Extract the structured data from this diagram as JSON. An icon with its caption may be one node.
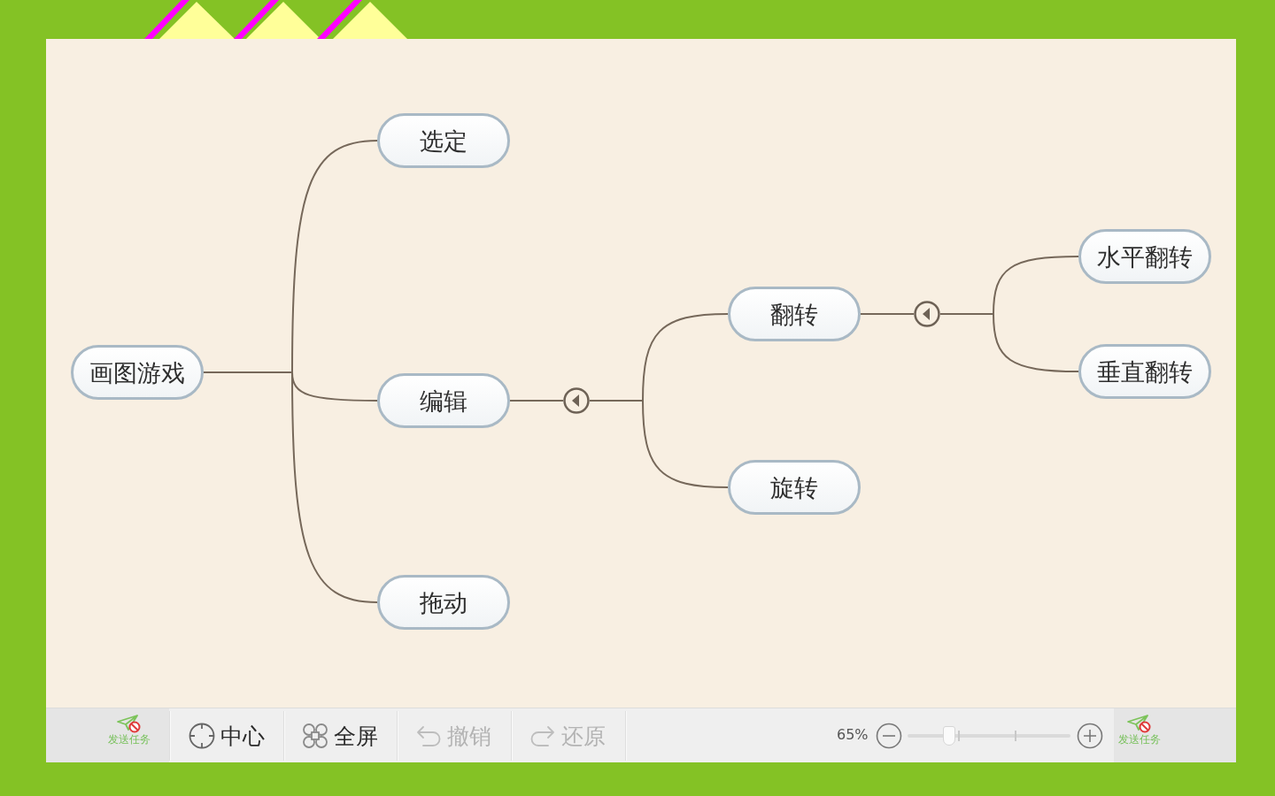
{
  "diagram": {
    "nodes": [
      {
        "text": [
          "画图游戏"
        ]
      },
      {
        "text": [
          "选定"
        ]
      },
      {
        "text": [
          "编辑"
        ]
      },
      {
        "text": [
          "拖动"
        ]
      },
      {
        "text": [
          "翻转"
        ]
      },
      {
        "text": [
          "旋转"
        ]
      },
      {
        "text": [
          "水平翻转"
        ]
      },
      {
        "text": [
          "垂直翻转"
        ]
      },
      {
        "text": [],
        "shape": "circle"
      },
      {
        "text": [],
        "shape": "circle"
      }
    ],
    "edges": [
      {
        "from": 0,
        "to": 1,
        "arrow": "none"
      },
      {
        "from": 0,
        "to": 2,
        "arrow": "none"
      },
      {
        "from": 0,
        "to": 3,
        "arrow": "none"
      },
      {
        "from": 2,
        "to": 8,
        "arrow": "none"
      },
      {
        "from": 8,
        "to": 4,
        "arrow": "none"
      },
      {
        "from": 8,
        "to": 5,
        "arrow": "none"
      },
      {
        "from": 4,
        "to": 9,
        "arrow": "none"
      },
      {
        "from": 9,
        "to": 6,
        "arrow": "none"
      },
      {
        "from": 9,
        "to": 7,
        "arrow": "none"
      }
    ],
    "labels": [
      "发送任务",
      "中心",
      "全屏",
      "撤销",
      "还原",
      "65%",
      "发送任务"
    ]
  }
}
